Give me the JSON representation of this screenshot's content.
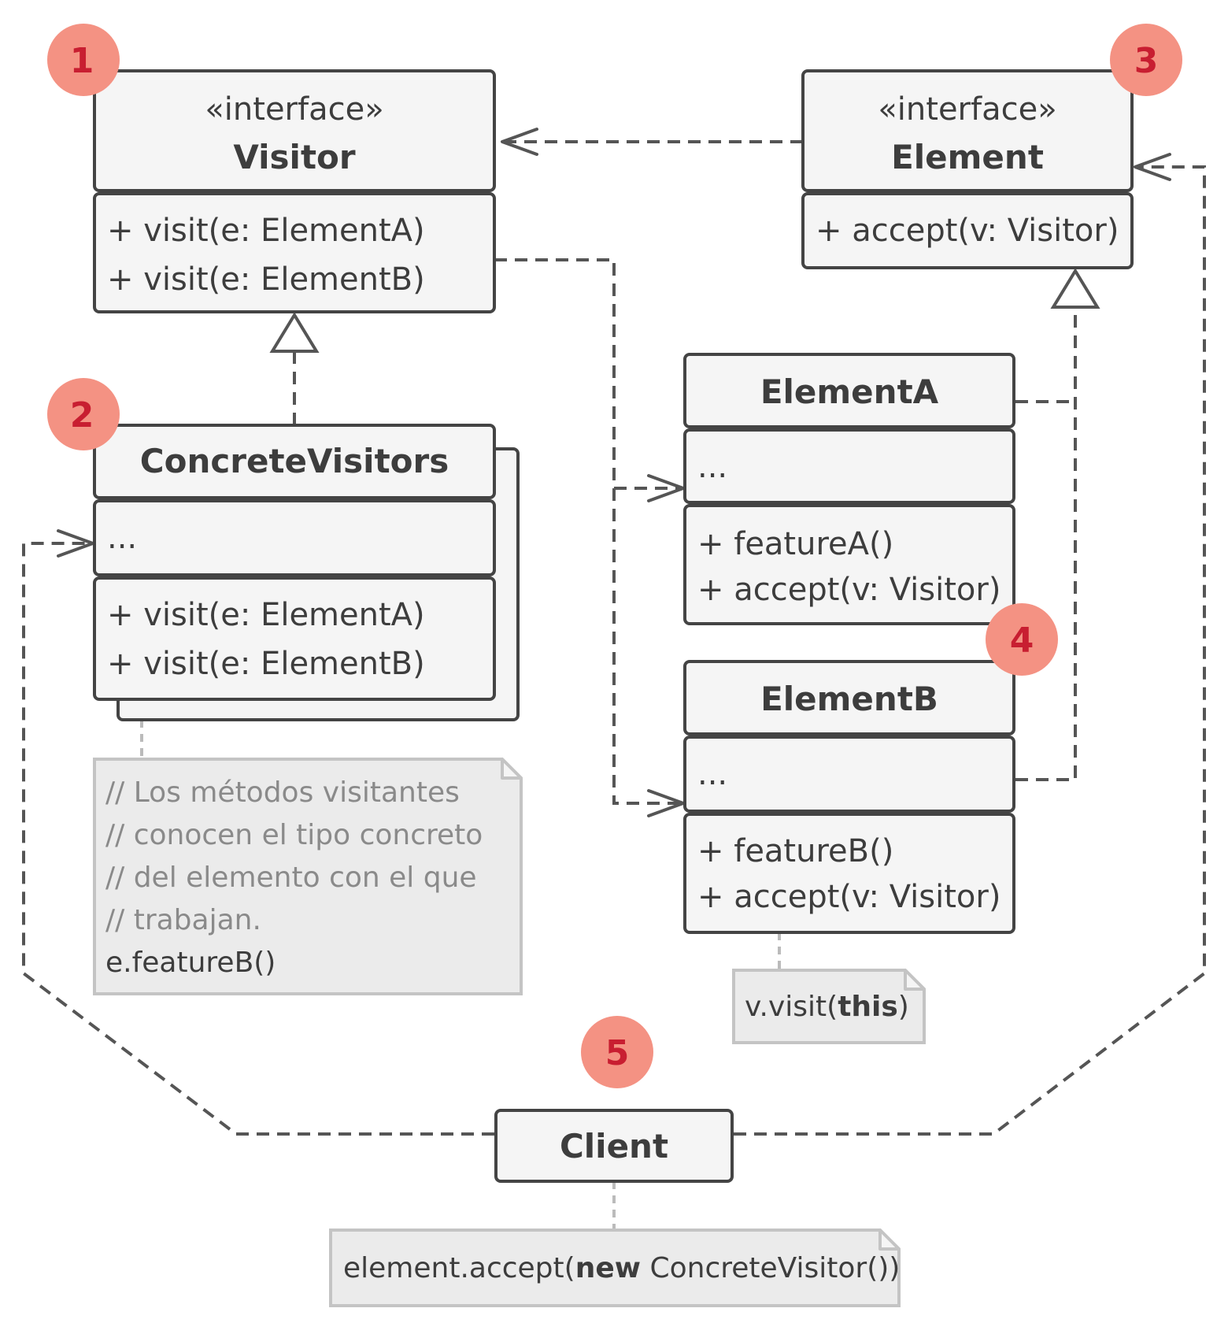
{
  "classes": {
    "visitor": {
      "stereotype": "«interface»",
      "name": "Visitor",
      "methods": [
        "+ visit(e: ElementA)",
        "+ visit(e: ElementB)"
      ]
    },
    "element": {
      "stereotype": "«interface»",
      "name": "Element",
      "methods": [
        "+ accept(v: Visitor)"
      ]
    },
    "concrete_visitors": {
      "name": "ConcreteVisitors",
      "fields": "...",
      "methods": [
        "+ visit(e: ElementA)",
        "+ visit(e: ElementB)"
      ]
    },
    "element_a": {
      "name": "ElementA",
      "fields": "...",
      "methods": [
        "+ featureA()",
        "+ accept(v: Visitor)"
      ]
    },
    "element_b": {
      "name": "ElementB",
      "fields": "...",
      "methods": [
        "+ featureB()",
        "+ accept(v: Visitor)"
      ]
    },
    "client": {
      "name": "Client"
    }
  },
  "notes": {
    "visitors_note": {
      "comments": [
        "// Los métodos visitantes",
        "// conocen el tipo concreto",
        "// del elemento con el que",
        "// trabajan."
      ],
      "code": "e.featureB()"
    },
    "element_b_note": {
      "prefix": "v.visit(",
      "keyword": "this",
      "suffix": ")"
    },
    "client_note": {
      "prefix": "element.accept(",
      "keyword": "new",
      "suffix": " ConcreteVisitor())"
    }
  },
  "badges": [
    "1",
    "2",
    "3",
    "4",
    "5"
  ],
  "colors": {
    "badge_fill": "#f49283",
    "badge_text": "#c81e31",
    "line": "#555555",
    "box_fill": "#f5f5f5"
  }
}
